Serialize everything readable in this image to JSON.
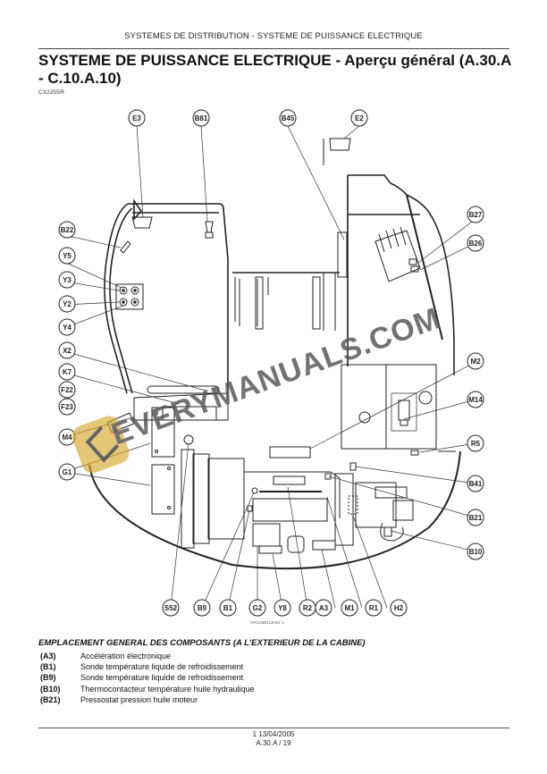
{
  "header": {
    "running_title": "SYSTEMES DE DISTRIBUTION - SYSTEME DE PUISSANCE ELECTRIQUE",
    "page_title": "SYSTEME DE PUISSANCE ELECTRIQUE - Aperçu général (A.30.A - C.10.A.10)",
    "model": "CX225SR"
  },
  "diagram": {
    "figure_ref": "CRIL04B113H01     1",
    "watermark": "EVERYMANUALS.COM",
    "callouts_top": [
      "E3",
      "B81",
      "B45",
      "E2"
    ],
    "callouts_left": [
      "B22",
      "Y5",
      "Y3",
      "Y2",
      "Y4",
      "X2",
      "K7",
      "F22",
      "F23",
      "M4",
      "G1"
    ],
    "callouts_right": [
      "B27",
      "B26",
      "M2",
      "M14",
      "R5",
      "B41",
      "B21",
      "B10"
    ],
    "callouts_bottom": [
      "S52",
      "B9",
      "B1",
      "G2",
      "Y8",
      "R2",
      "A3",
      "M1",
      "R1",
      "H2"
    ]
  },
  "legend": {
    "caption": "EMPLACEMENT GENERAL DES COMPOSANTS (A L'EXTERIEUR DE LA CABINE)",
    "items": [
      {
        "code": "(A3)",
        "label": "Accélération électronique"
      },
      {
        "code": "(B1)",
        "label": "Sonde température liquide de refroidissement"
      },
      {
        "code": "(B9)",
        "label": "Sonde température liquide de refroidissement"
      },
      {
        "code": "(B10)",
        "label": "Thermocontacteur température huile hydraulique"
      },
      {
        "code": "(B21)",
        "label": "Pressostat pression huile moteur"
      }
    ]
  },
  "footer": {
    "line1": "1 13/04/2005",
    "line2": "A.30.A / 19"
  },
  "colors": {
    "watermark_text": "#5a5a5a",
    "watermark_logo": "#d4a52a"
  }
}
